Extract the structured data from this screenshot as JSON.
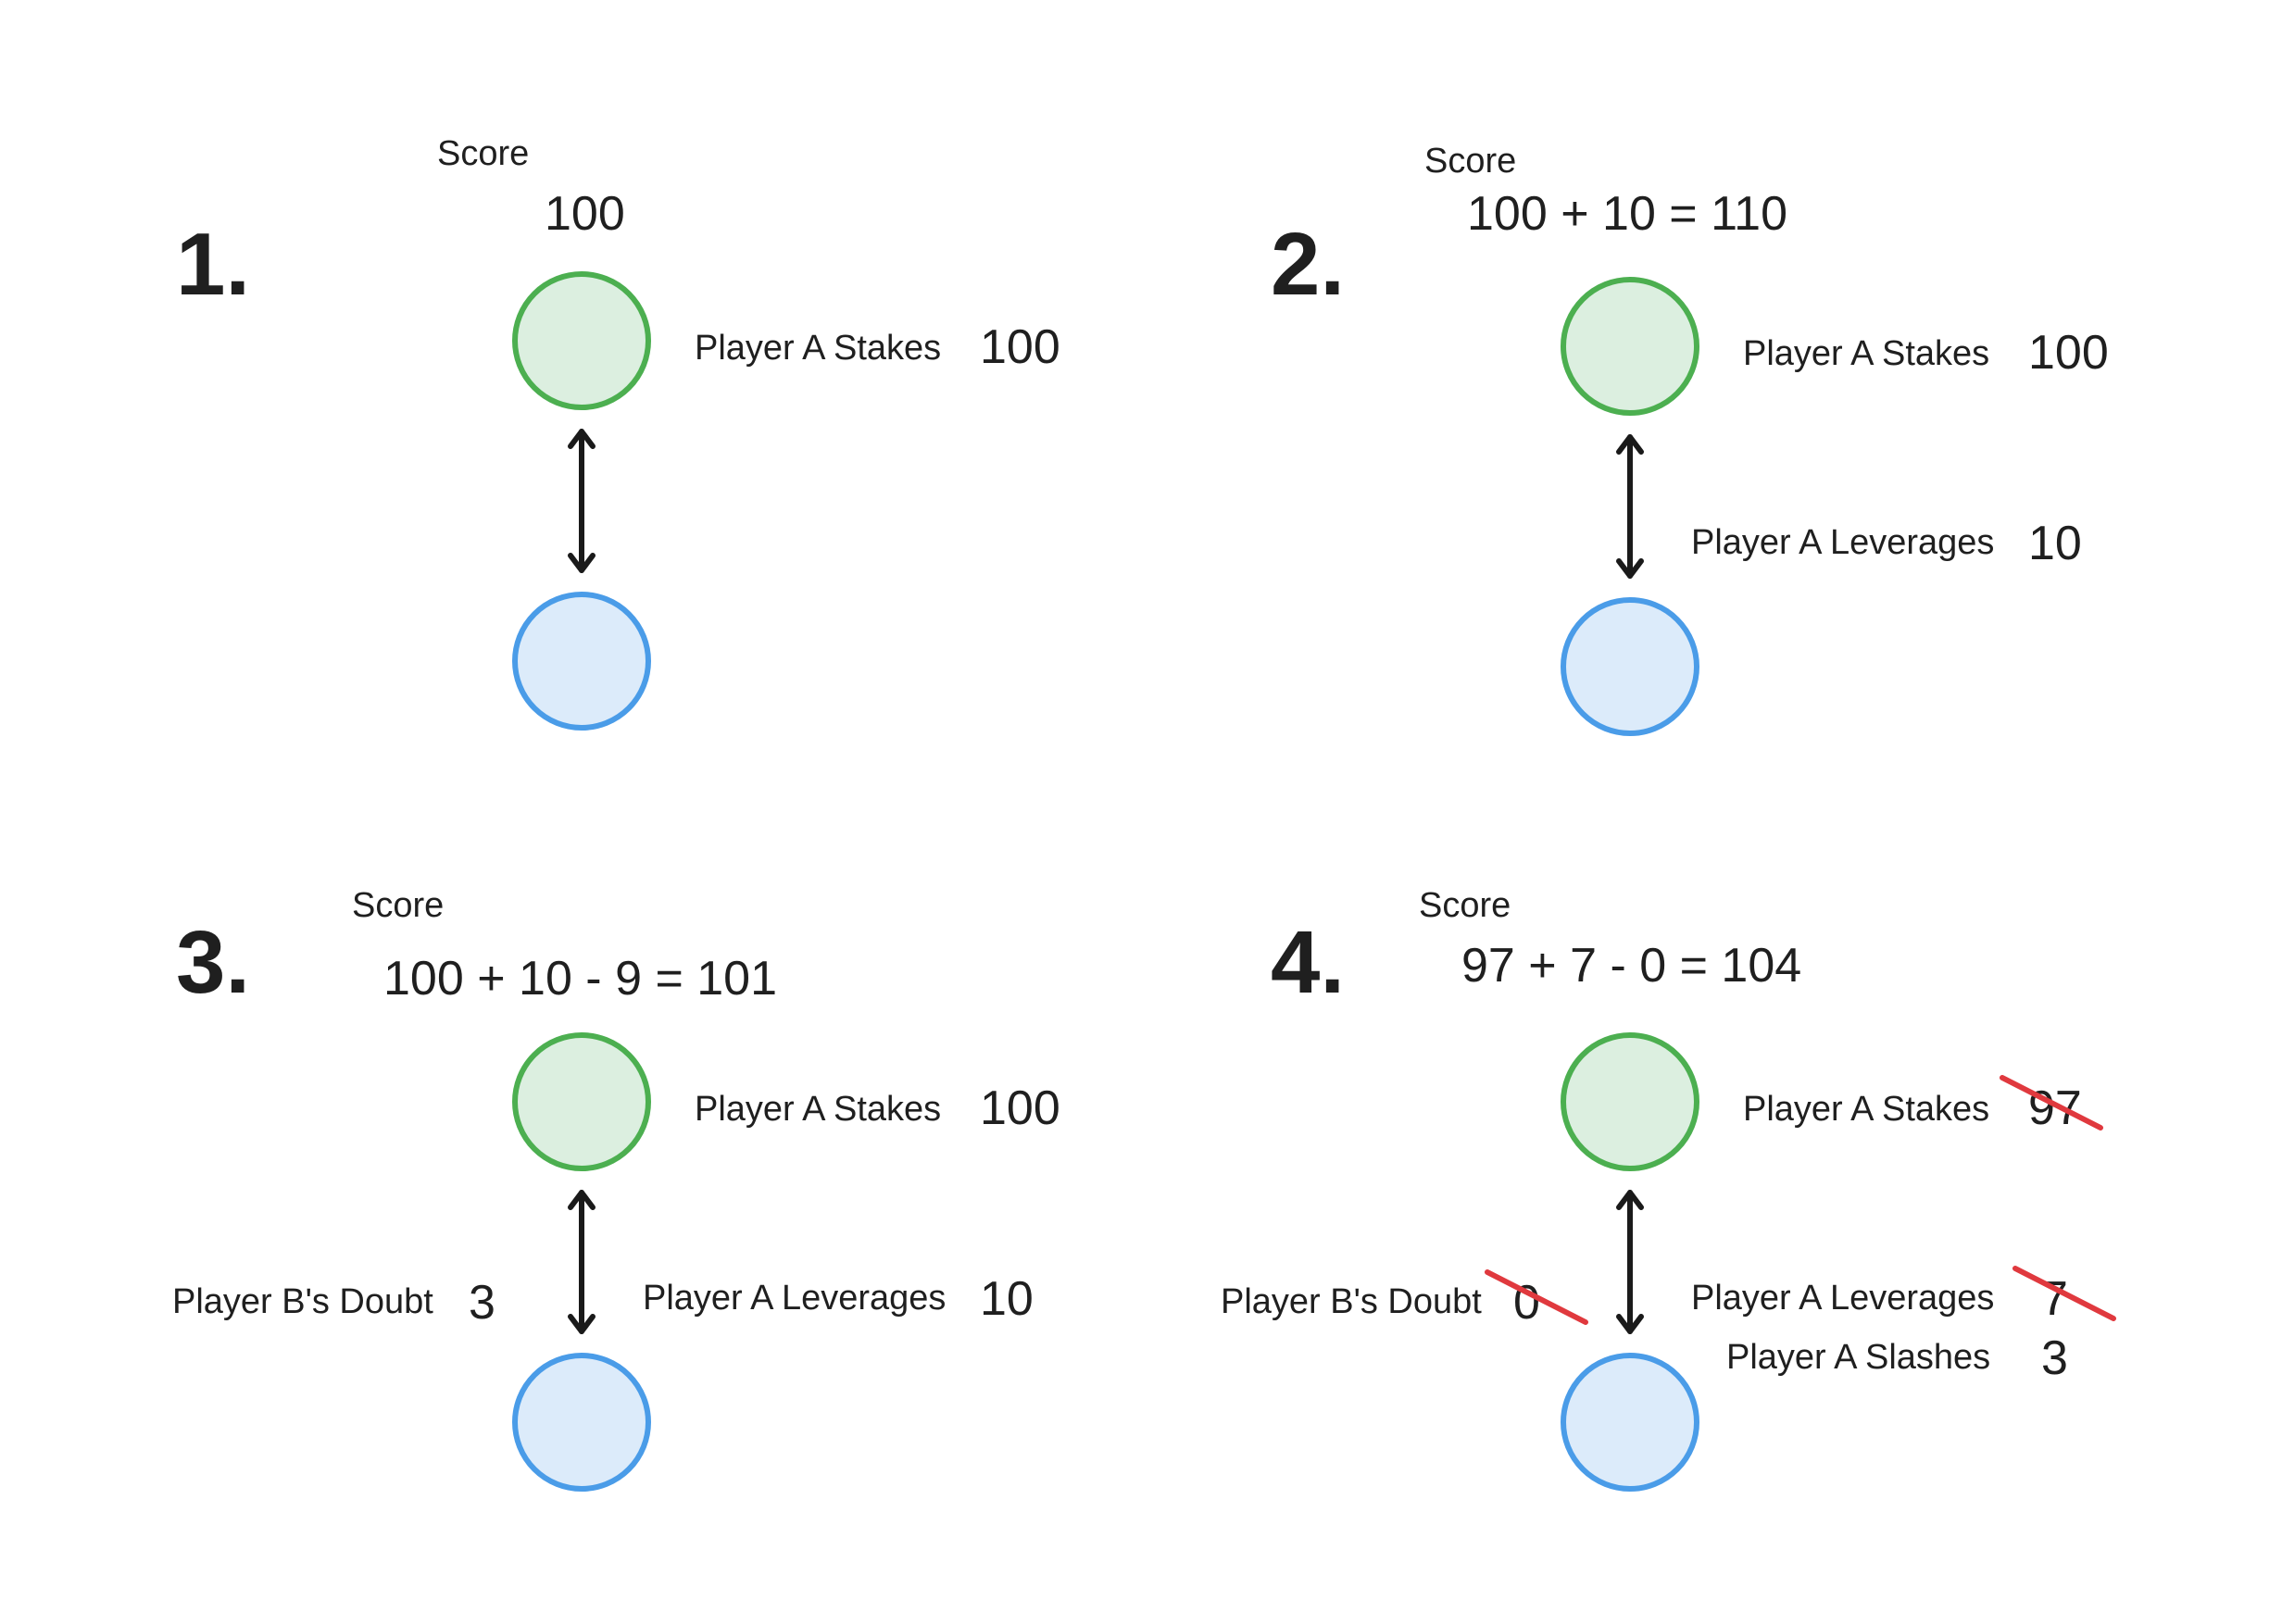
{
  "panels": [
    {
      "step": "1.",
      "score_label": "Score",
      "score_expr": "100",
      "stakes_label": "Player A Stakes",
      "stakes_value": "100",
      "stakes_struck": false
    },
    {
      "step": "2.",
      "score_label": "Score",
      "score_expr": "100 + 10 = 110",
      "stakes_label": "Player A Stakes",
      "stakes_value": "100",
      "stakes_struck": false,
      "leverage_label": "Player A Leverages",
      "leverage_value": "10",
      "leverage_struck": false
    },
    {
      "step": "3.",
      "score_label": "Score",
      "score_expr": "100 + 10 - 9 = 101",
      "stakes_label": "Player A Stakes",
      "stakes_value": "100",
      "stakes_struck": false,
      "leverage_label": "Player A Leverages",
      "leverage_value": "10",
      "leverage_struck": false,
      "doubt_label": "Player B's Doubt",
      "doubt_value": "3",
      "doubt_struck": false
    },
    {
      "step": "4.",
      "score_label": "Score",
      "score_expr": "97 + 7 - 0 = 104",
      "stakes_label": "Player A Stakes",
      "stakes_value": "97",
      "stakes_struck": true,
      "leverage_label": "Player A Leverages",
      "leverage_value": "7",
      "leverage_struck": true,
      "doubt_label": "Player B's Doubt",
      "doubt_value": "0",
      "doubt_struck": true,
      "slash_label": "Player A Slashes",
      "slash_value": "3"
    }
  ],
  "colors": {
    "player_a_fill": "#dcefe0",
    "player_a_stroke": "#4caf50",
    "player_b_fill": "#dcebfa",
    "player_b_stroke": "#4a9ce8",
    "strike": "#e0393e",
    "text": "#1f1f1f"
  }
}
